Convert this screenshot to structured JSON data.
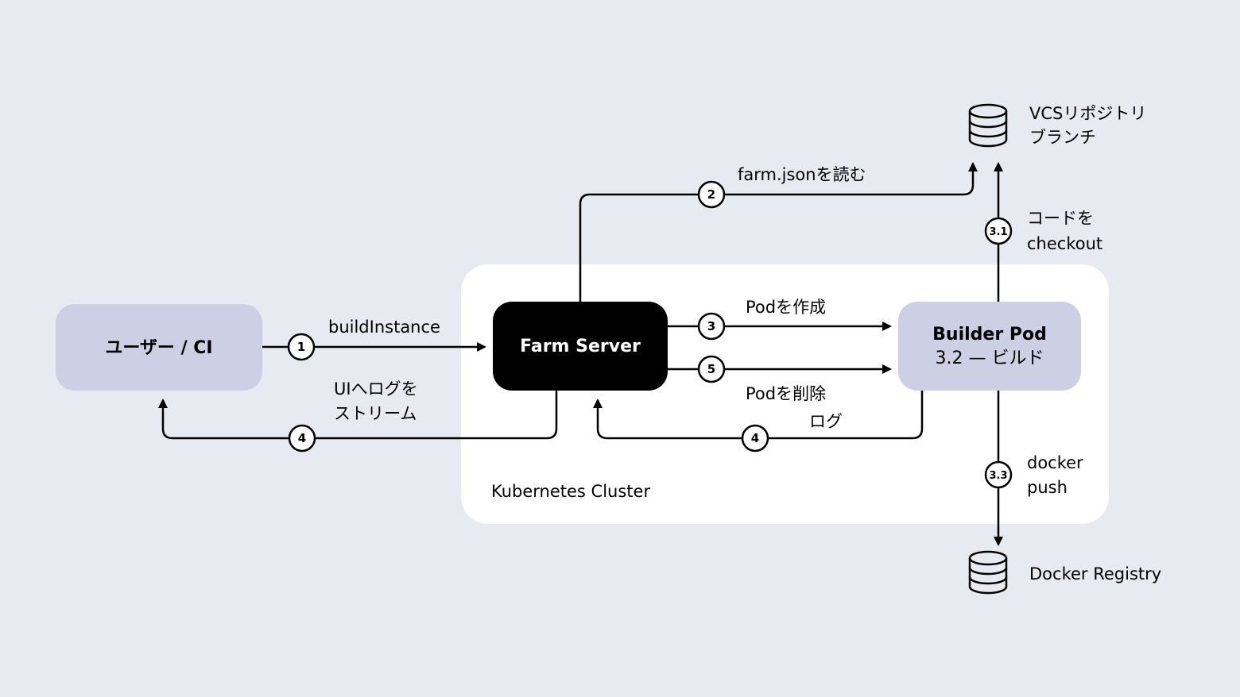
{
  "colors": {
    "background": "#E8EAF1",
    "cluster": "#FFFFFF",
    "node_light": "#CDD0E5",
    "node_dark": "#000000",
    "line": "#000000"
  },
  "cluster": {
    "label": "Kubernetes Cluster"
  },
  "nodes": {
    "user_ci": {
      "label": "ユーザー / CI"
    },
    "farm_server": {
      "label": "Farm Server"
    },
    "builder_pod": {
      "label": "Builder Pod",
      "sublabel": "3.2 — ビルド"
    }
  },
  "stores": {
    "vcs": {
      "icon": "database-icon",
      "line1": "VCSリポジトリ",
      "line2": "ブランチ"
    },
    "registry": {
      "icon": "database-icon",
      "line1": "Docker Registry"
    }
  },
  "edges": {
    "build_instance": {
      "step": "1",
      "label": "buildInstance"
    },
    "read_farm_json": {
      "step": "2",
      "label": "farm.jsonを読む"
    },
    "create_pod": {
      "step": "3",
      "label": "Podを作成"
    },
    "delete_pod": {
      "step": "5",
      "label": "Podを削除"
    },
    "stream_logs": {
      "step": "4",
      "line1": "UIへログを",
      "line2": "ストリーム"
    },
    "pod_logs": {
      "step": "4",
      "label": "ログ"
    },
    "checkout": {
      "step": "3.1",
      "line1": "コードを",
      "line2": "checkout"
    },
    "docker_push": {
      "step": "3.3",
      "line1": "docker",
      "line2": "push"
    }
  }
}
